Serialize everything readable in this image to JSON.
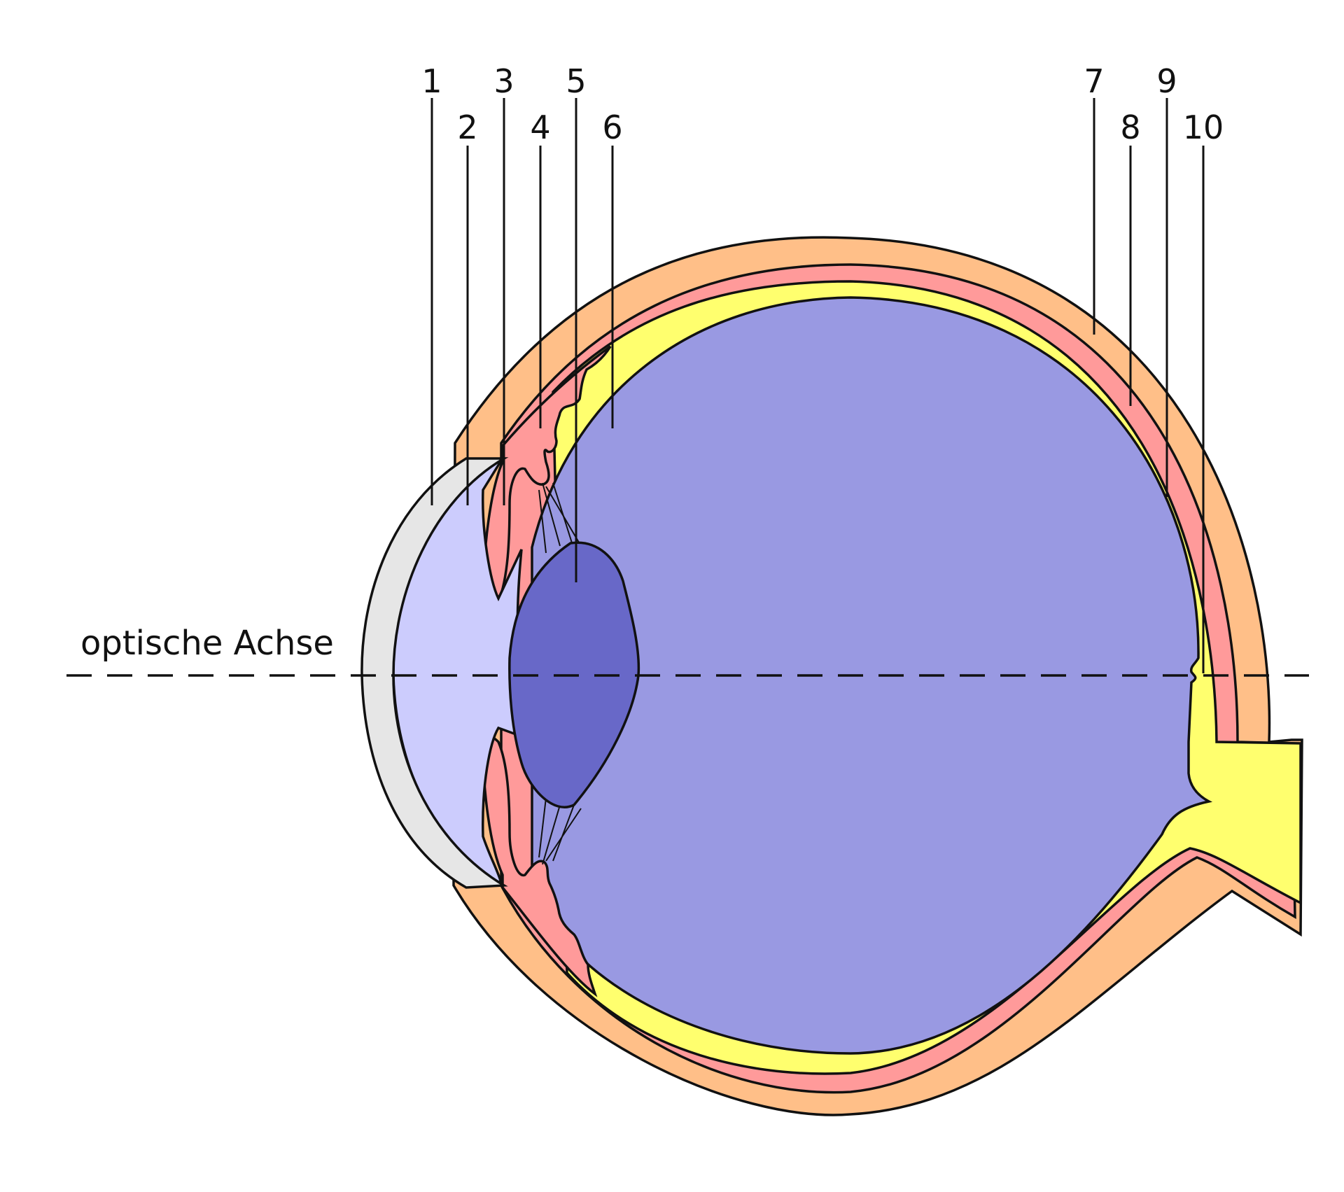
{
  "labels": [
    "1",
    "2",
    "3",
    "4",
    "5",
    "6",
    "7",
    "8",
    "9",
    "10"
  ],
  "axis_label": "optische Achse",
  "colors": {
    "sclera": "#ffbf88",
    "choroid": "#ff9a9a",
    "retina": "#ffff6e",
    "vitreous": "#9999e2",
    "lens": "#6868c8",
    "anterior_chamber": "#ccccfd",
    "cornea": "#e6e6e6",
    "outline": "#111111"
  }
}
